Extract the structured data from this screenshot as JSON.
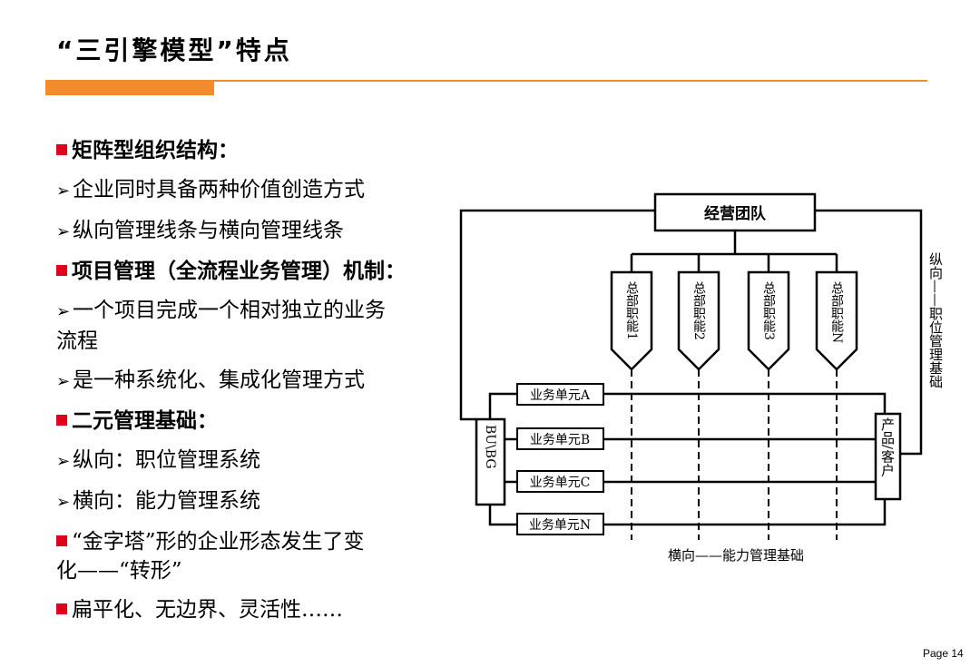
{
  "title": "“三引擎模型”特点",
  "accent_color": "#f28b2c",
  "bullet_color": "#e0001b",
  "bullets": [
    {
      "style": "square-bold",
      "text": "矩阵型组织结构："
    },
    {
      "style": "arrow",
      "text": "企业同时具备两种价值创造方式"
    },
    {
      "style": "arrow",
      "text": "纵向管理线条与横向管理线条"
    },
    {
      "style": "square-bold",
      "text": "项目管理（全流程业务管理）机制："
    },
    {
      "style": "arrow",
      "text": "一个项目完成一个相对独立的业务",
      "cont": "流程"
    },
    {
      "style": "arrow",
      "text": "是一种系统化、集成化管理方式"
    },
    {
      "style": "square-bold",
      "text": "二元管理基础："
    },
    {
      "style": "arrow",
      "text": "纵向：职位管理系统"
    },
    {
      "style": "arrow",
      "text": "横向：能力管理系统"
    },
    {
      "style": "square",
      "text": "“金字塔”形的企业形态发生了变",
      "cont": "化——“转形”"
    },
    {
      "style": "square",
      "text": "扁平化、无边界、灵活性……"
    }
  ],
  "diagram": {
    "top_box": "经营团队",
    "functions": [
      "总部职能1",
      "总部职能2",
      "总部职能3",
      "总部职能N"
    ],
    "units": [
      "业务单元A",
      "业务单元B",
      "业务单元C",
      "业务单元N"
    ],
    "left_box": "BU\\BG",
    "right_box": "产品/客户",
    "vertical_label": "纵向——职位管理基础",
    "horizontal_label": "横向——能力管理基础"
  },
  "page_label": "Page 14"
}
